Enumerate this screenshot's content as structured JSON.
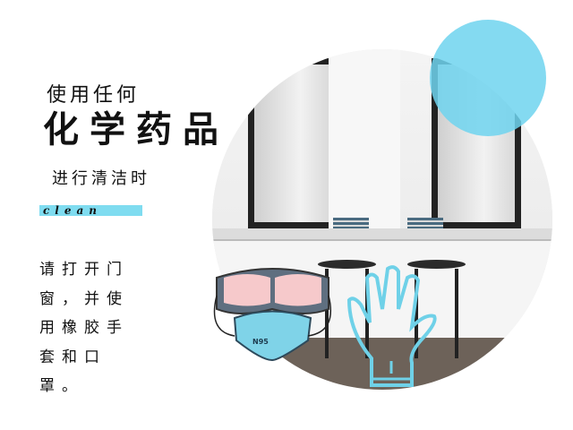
{
  "heading": {
    "line1": "使用任何",
    "line2": "化学药品",
    "line3": "进行清洁时"
  },
  "tag": "clean",
  "body_text": "请打开门窗，并使用橡胶手套和口罩。",
  "mask_label": "N95",
  "colors": {
    "accent": "#7fdcf0",
    "text": "#111111"
  }
}
